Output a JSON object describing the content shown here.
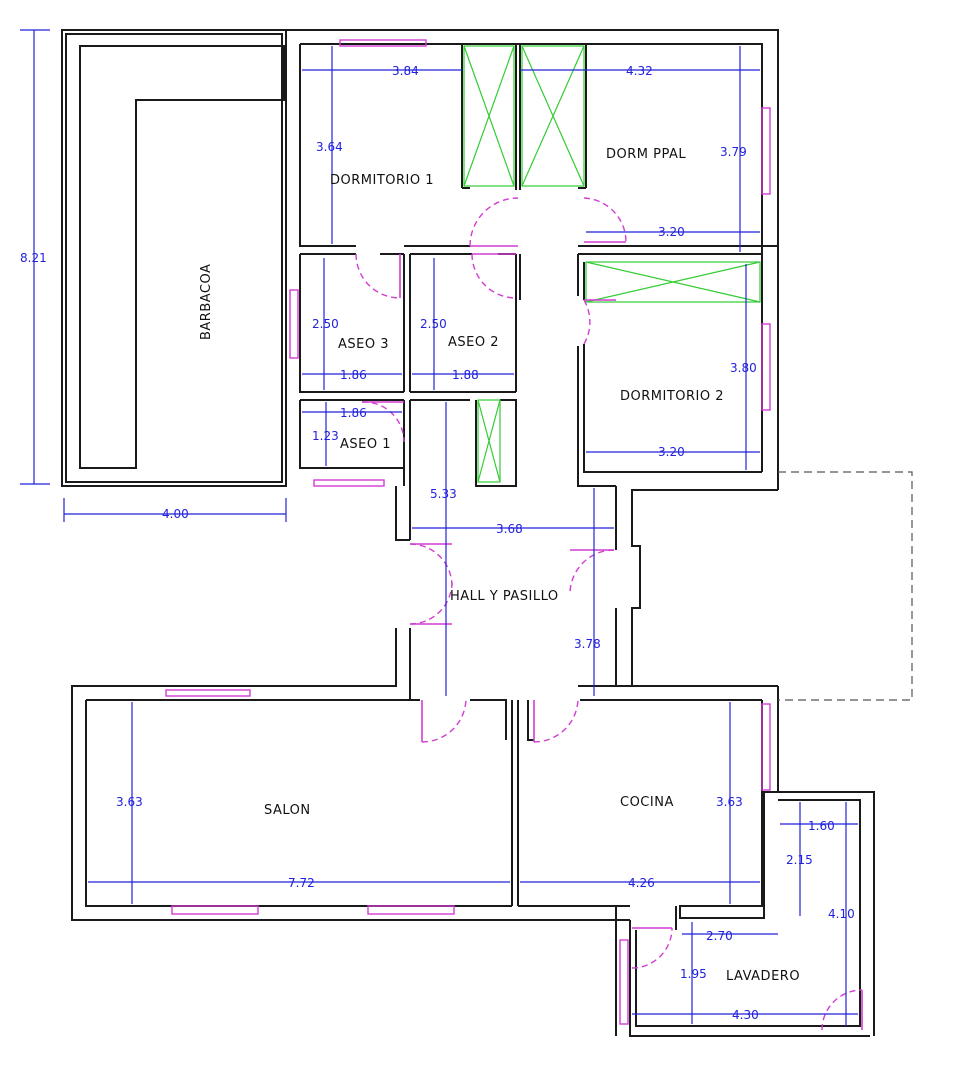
{
  "rooms": {
    "barbacoa": "BARBACOA",
    "dormitorio1": "DORMITORIO 1",
    "dorm_ppal": "DORM PPAL",
    "aseo3": "ASEO 3",
    "aseo2": "ASEO 2",
    "aseo1": "ASEO 1",
    "dormitorio2": "DORMITORIO 2",
    "hall": "HALL Y PASILLO",
    "salon": "SALON",
    "cocina": "COCINA",
    "lavadero": "LAVADERO"
  },
  "dimensions": {
    "total_height": "8.21",
    "barbacoa_width": "4.00",
    "d1_width": "3.84",
    "d1_height": "3.64",
    "ppal_width": "4.32",
    "ppal_height": "3.79",
    "ppal_inner": "3.20",
    "aseo3_height": "2.50",
    "aseo3_width": "1.86",
    "aseo2_height": "2.50",
    "aseo2_width": "1.88",
    "aseo1_width": "1.86",
    "aseo1_height": "1.23",
    "d2_height": "3.80",
    "d2_width": "3.20",
    "hall_length": "5.33",
    "hall_width": "3.68",
    "hall_height": "3.78",
    "salon_height": "3.63",
    "salon_width": "7.72",
    "cocina_height": "3.63",
    "cocina_width": "4.26",
    "lav_small_width": "1.60",
    "lav_small_height": "2.15",
    "lav_height": "4.10",
    "lav_mid_width": "2.70",
    "lav_depth": "1.95",
    "lav_width": "4.30"
  },
  "colors": {
    "walls": "#1a1a1a",
    "dimensions": "#2222dd",
    "windows_doors": "#d23cd2",
    "closets": "#33cc33"
  }
}
